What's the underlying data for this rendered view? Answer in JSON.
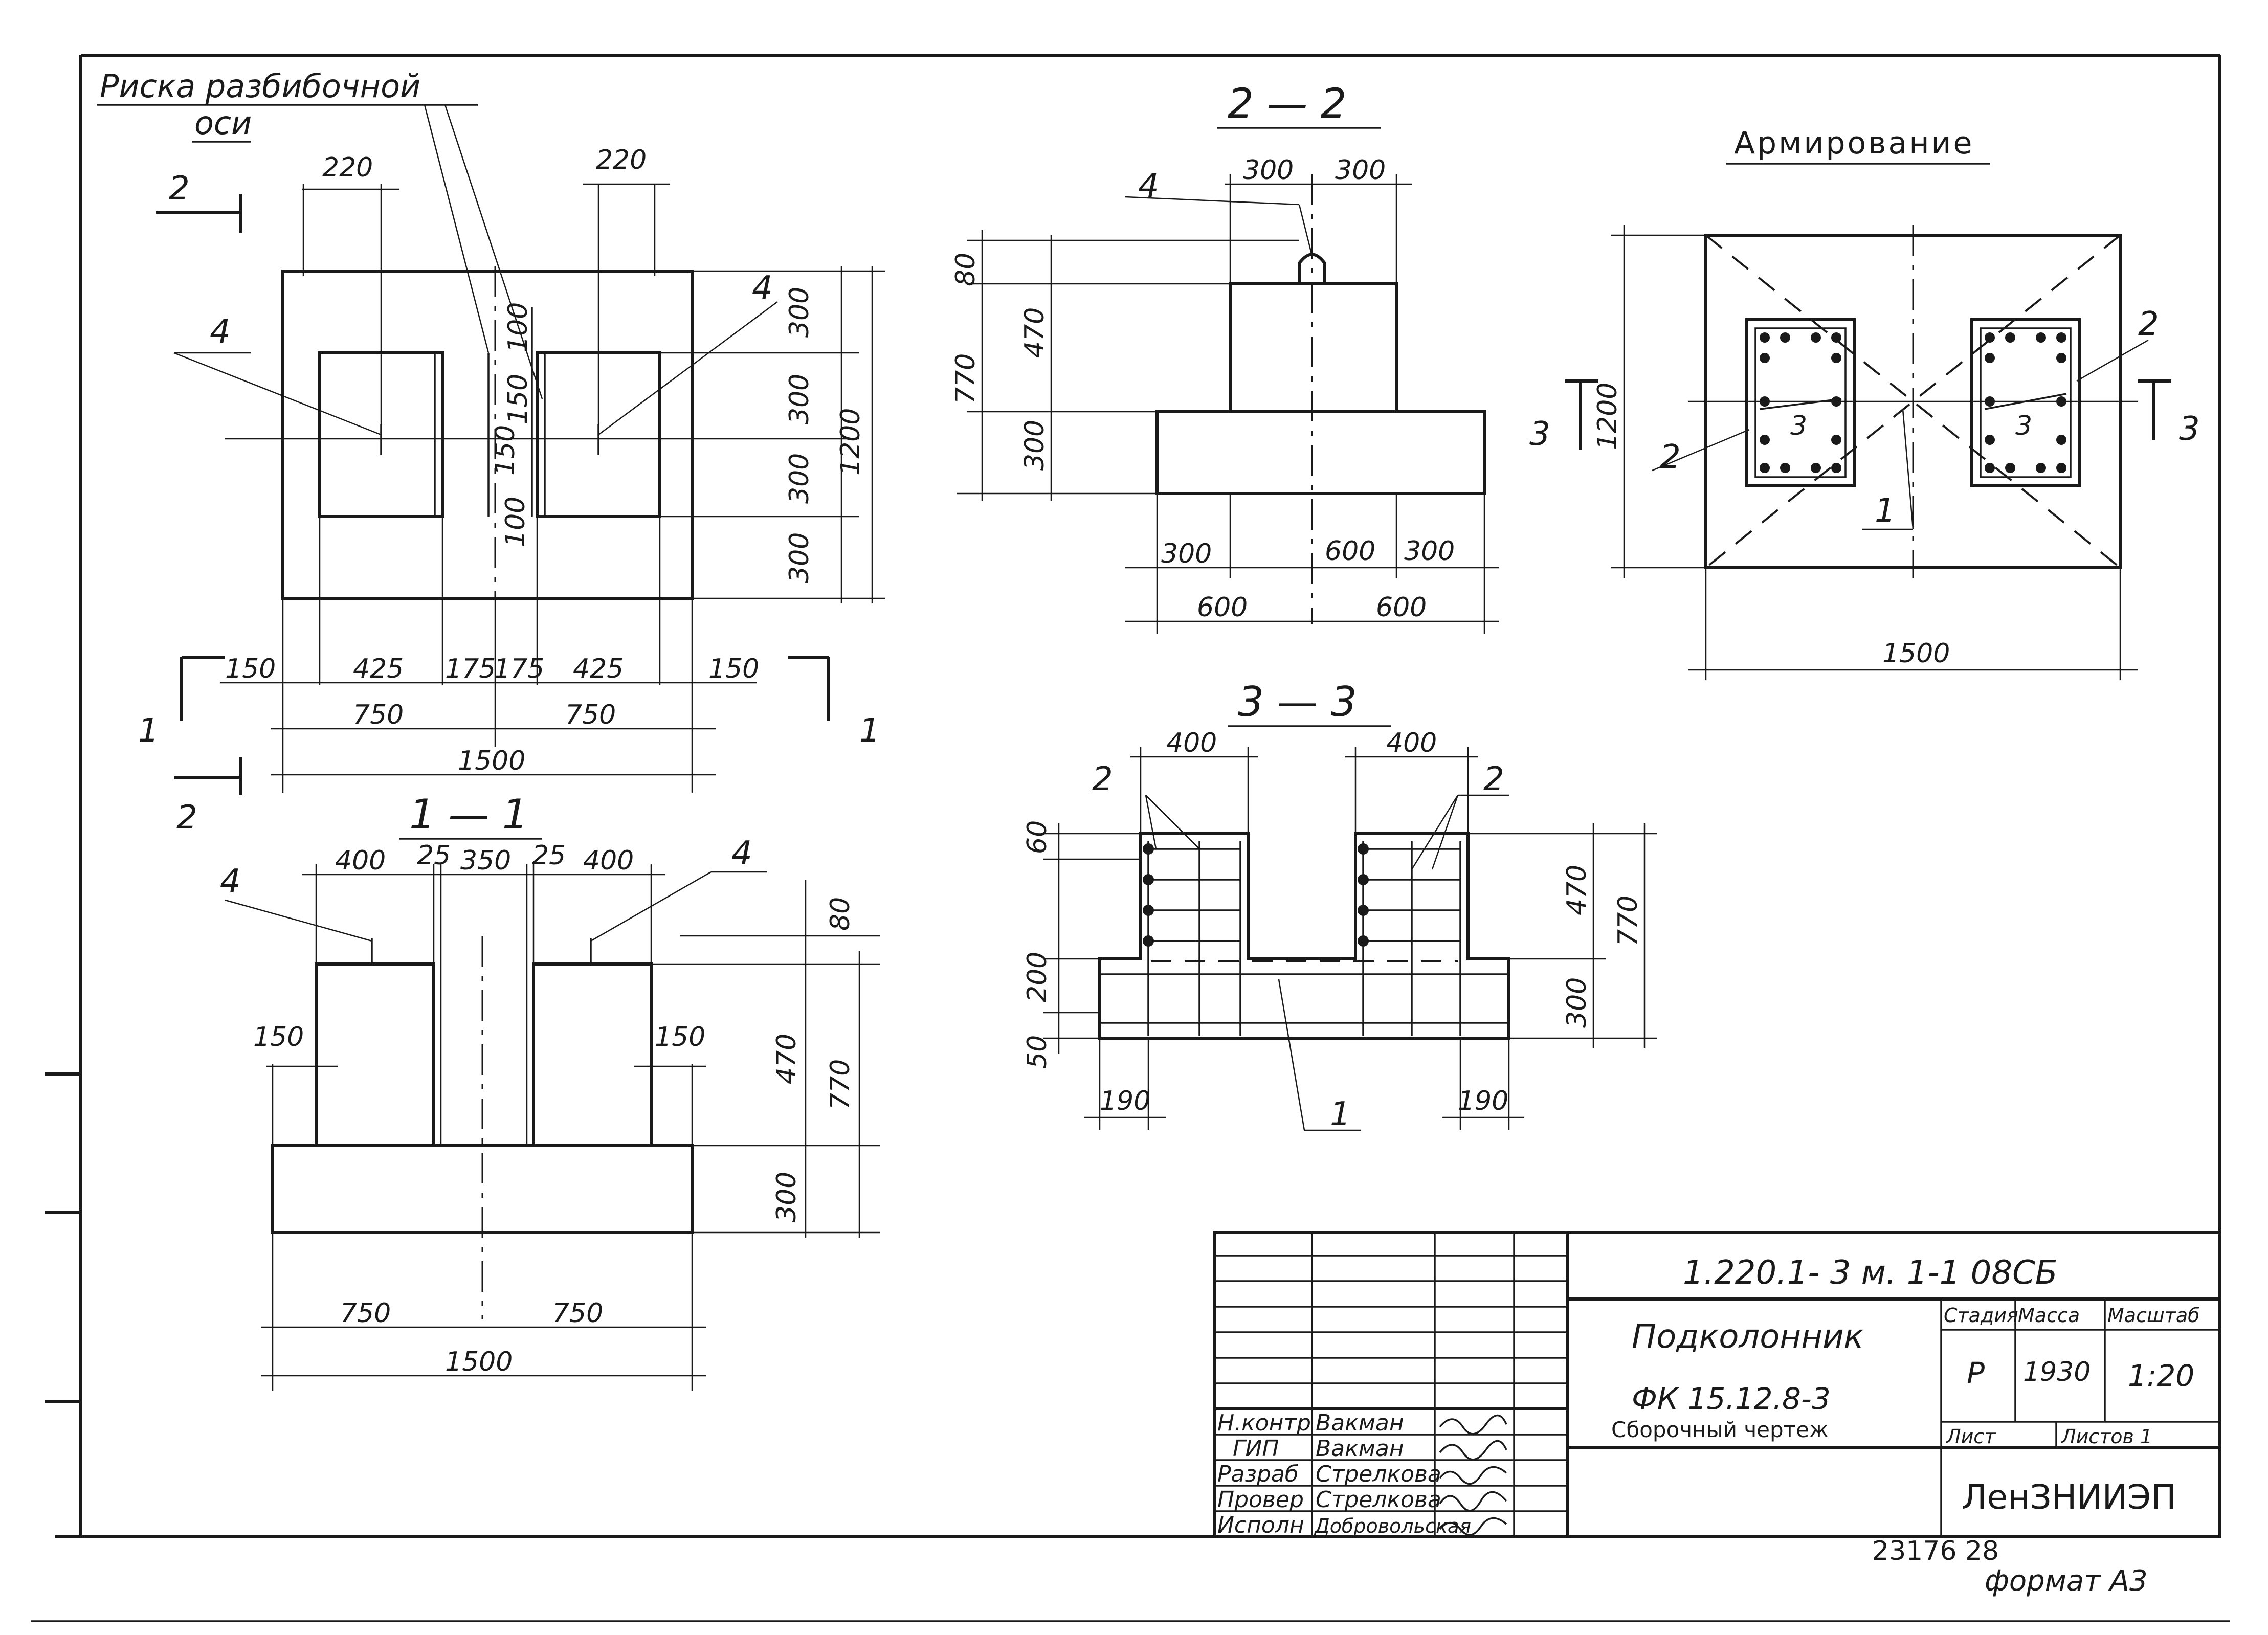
{
  "drawing": {
    "axis_note_line1": "Риска разбибочной",
    "axis_note_line2": "оси",
    "plan": {
      "dims_top": [
        "220",
        "220"
      ],
      "dims_right": [
        "300",
        "300",
        "300",
        "300"
      ],
      "overall_right": "1200",
      "dims_inner": [
        "100",
        "150",
        "150",
        "100"
      ],
      "dims_bottom": [
        "150",
        "425",
        "175",
        "175",
        "425",
        "150"
      ],
      "dims_half": [
        "750",
        "750"
      ],
      "overall": "1500",
      "pos4": "4",
      "section_1": "1",
      "section_2": "2"
    },
    "section_11": {
      "title": "1 — 1",
      "dims_top": [
        "400",
        "25",
        "350",
        "25",
        "400"
      ],
      "dims_right": [
        "80",
        "470",
        "300",
        "770"
      ],
      "dims_side": [
        "150",
        "150"
      ],
      "dims_bottom": [
        "750",
        "750"
      ],
      "overall": "1500",
      "pos4": "4"
    },
    "section_22": {
      "title": "2 — 2",
      "dims_top": [
        "300",
        "300"
      ],
      "dims_left": [
        "80",
        "470",
        "300",
        "770"
      ],
      "dims_bottom_1": [
        "300",
        "600",
        "300"
      ],
      "dims_bottom_2": [
        "600",
        "600"
      ],
      "pos4": "4"
    },
    "reinforcement": {
      "title": "Армирование",
      "height": "1200",
      "width": "1500",
      "pos": [
        "1",
        "2",
        "3"
      ],
      "section_3": "3"
    },
    "section_33": {
      "title": "3 — 3",
      "dims_top": [
        "400",
        "400"
      ],
      "dims_left": [
        "60",
        "200",
        "50"
      ],
      "dims_right": [
        "470",
        "300",
        "770"
      ],
      "dims_bottom": [
        "190",
        "190"
      ],
      "pos": [
        "1",
        "2"
      ]
    }
  },
  "title_block": {
    "code": "1.220.1- 3 м. 1-1 08СБ",
    "name_line1": "Подколонник",
    "name_line2": "ФК 15.12.8-3",
    "name_line3": "Сборочный чертеж",
    "headers": [
      "Стадия",
      "Масса",
      "Масштаб"
    ],
    "stage": "Р",
    "mass": "1930",
    "scale": "1:20",
    "sheet_label": "Лист",
    "sheets_label": "Листов 1",
    "org": "ЛенЗНИИЭП",
    "roles": [
      "Н.контр",
      "ГИП",
      "Разраб",
      "Провер",
      "Исполн"
    ],
    "names": [
      "Вакман",
      "Вакман",
      "Стрелкова",
      "Стрелкова",
      "Добровольская"
    ]
  },
  "footer": {
    "number": "23176 28",
    "format": "формат А3"
  }
}
